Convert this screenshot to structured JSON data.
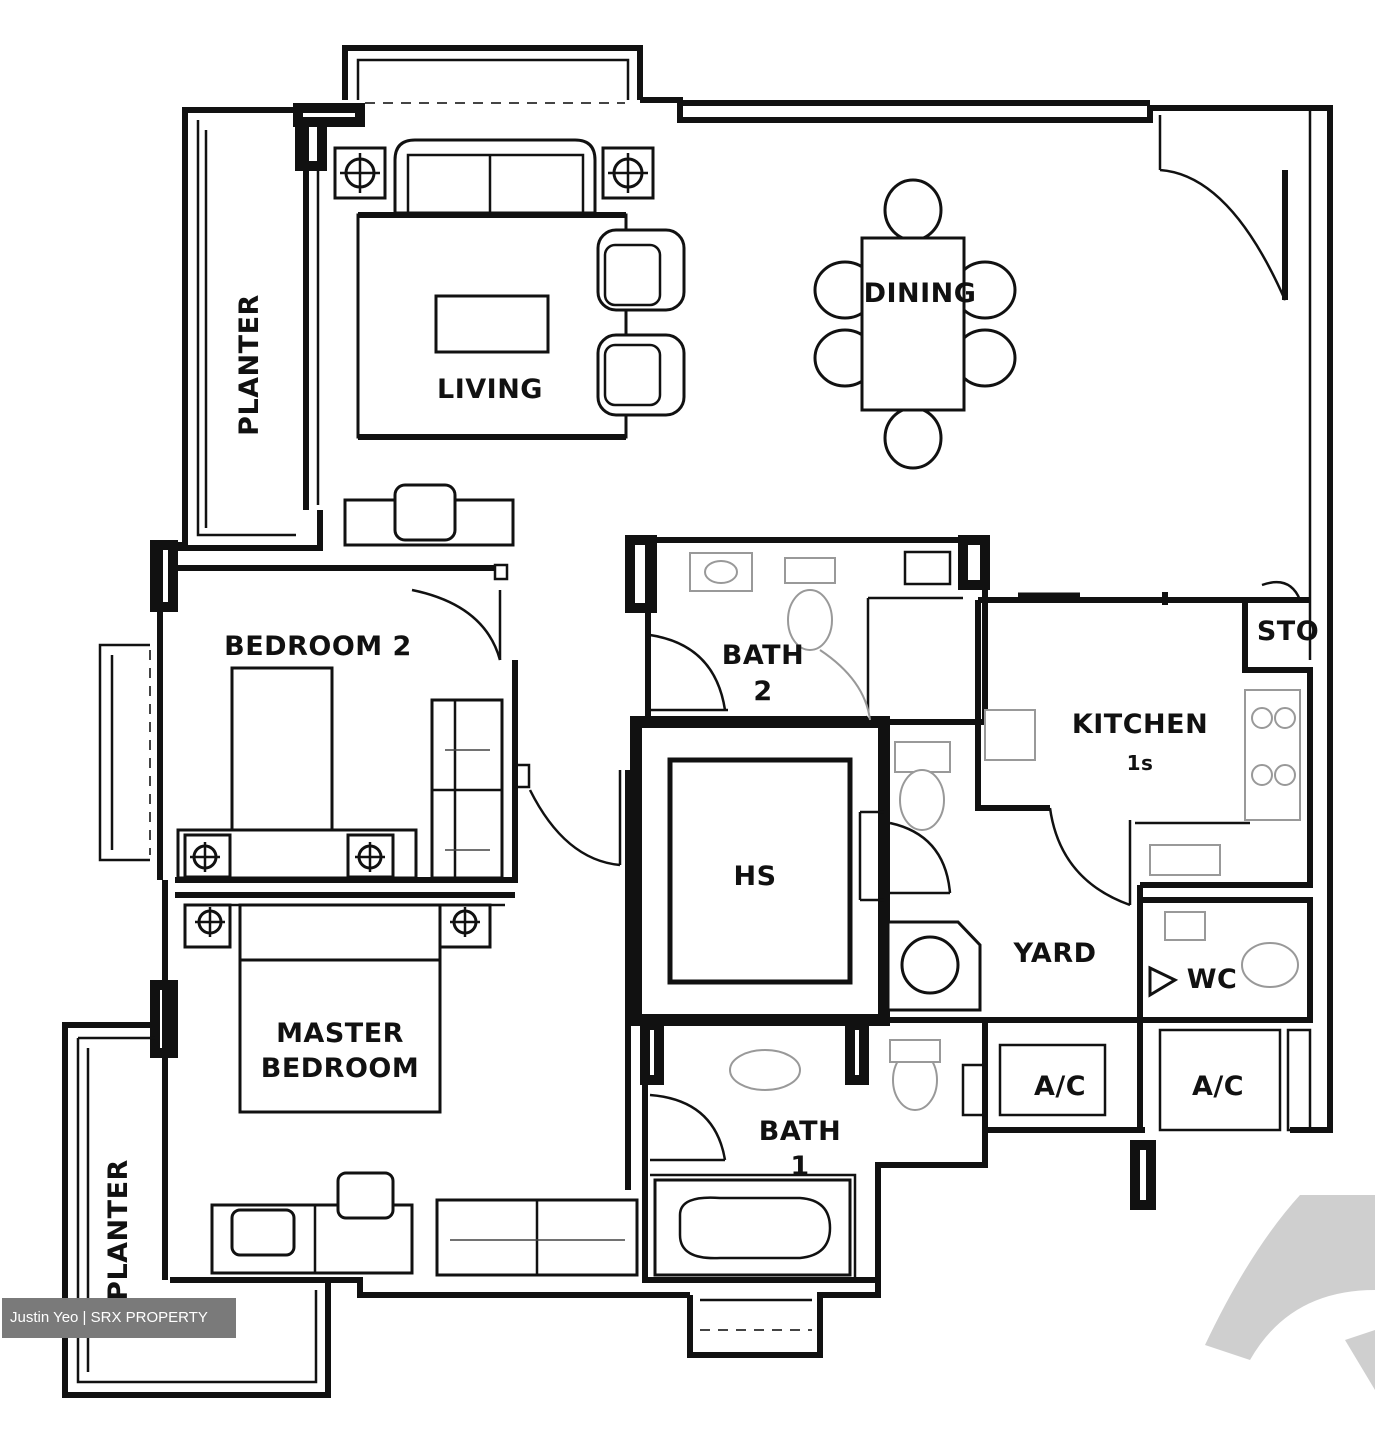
{
  "rooms": {
    "living": "LIVING",
    "dining": "DINING",
    "planter_top": "PLANTER",
    "planter_bottom": "PLANTER",
    "bedroom2": "BEDROOM 2",
    "bath2_line1": "BATH",
    "bath2_line2": "2",
    "kitchen_line1": "KITCHEN",
    "kitchen_line2": "1s",
    "store": "STO",
    "household_shelter": "HS",
    "yard": "YARD",
    "wc": "WC",
    "ac_left": "A/C",
    "ac_right": "A/C",
    "master_line1": "MASTER",
    "master_line2": "BEDROOM",
    "bath1_line1": "BATH",
    "bath1_line2": "1"
  },
  "watermark": "Justin Yeo | SRX PROPERTY",
  "colors": {
    "ink": "#111111",
    "watermark_bg": "#7a7a7a",
    "logo": "#cfcfcf"
  }
}
